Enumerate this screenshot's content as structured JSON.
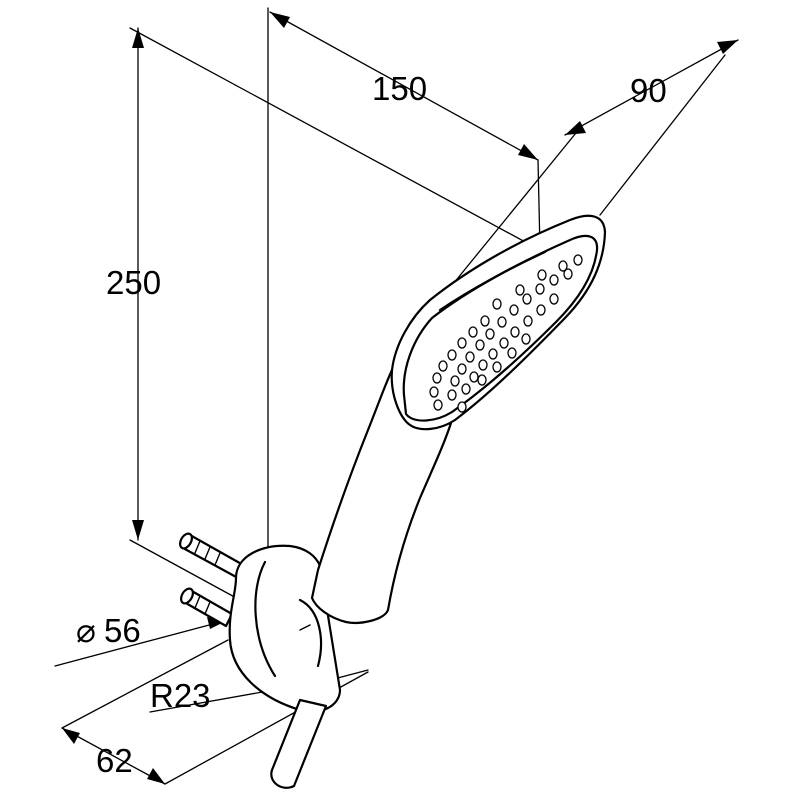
{
  "drawing": {
    "dimensions": {
      "overall_height": "250",
      "reach": "150",
      "head_width": "90",
      "holder_diameter_symbol": "⌀",
      "holder_diameter": "56",
      "holder_radius": "R23",
      "holder_depth": "62"
    },
    "line_color": "#000000",
    "background_color": "#ffffff"
  }
}
